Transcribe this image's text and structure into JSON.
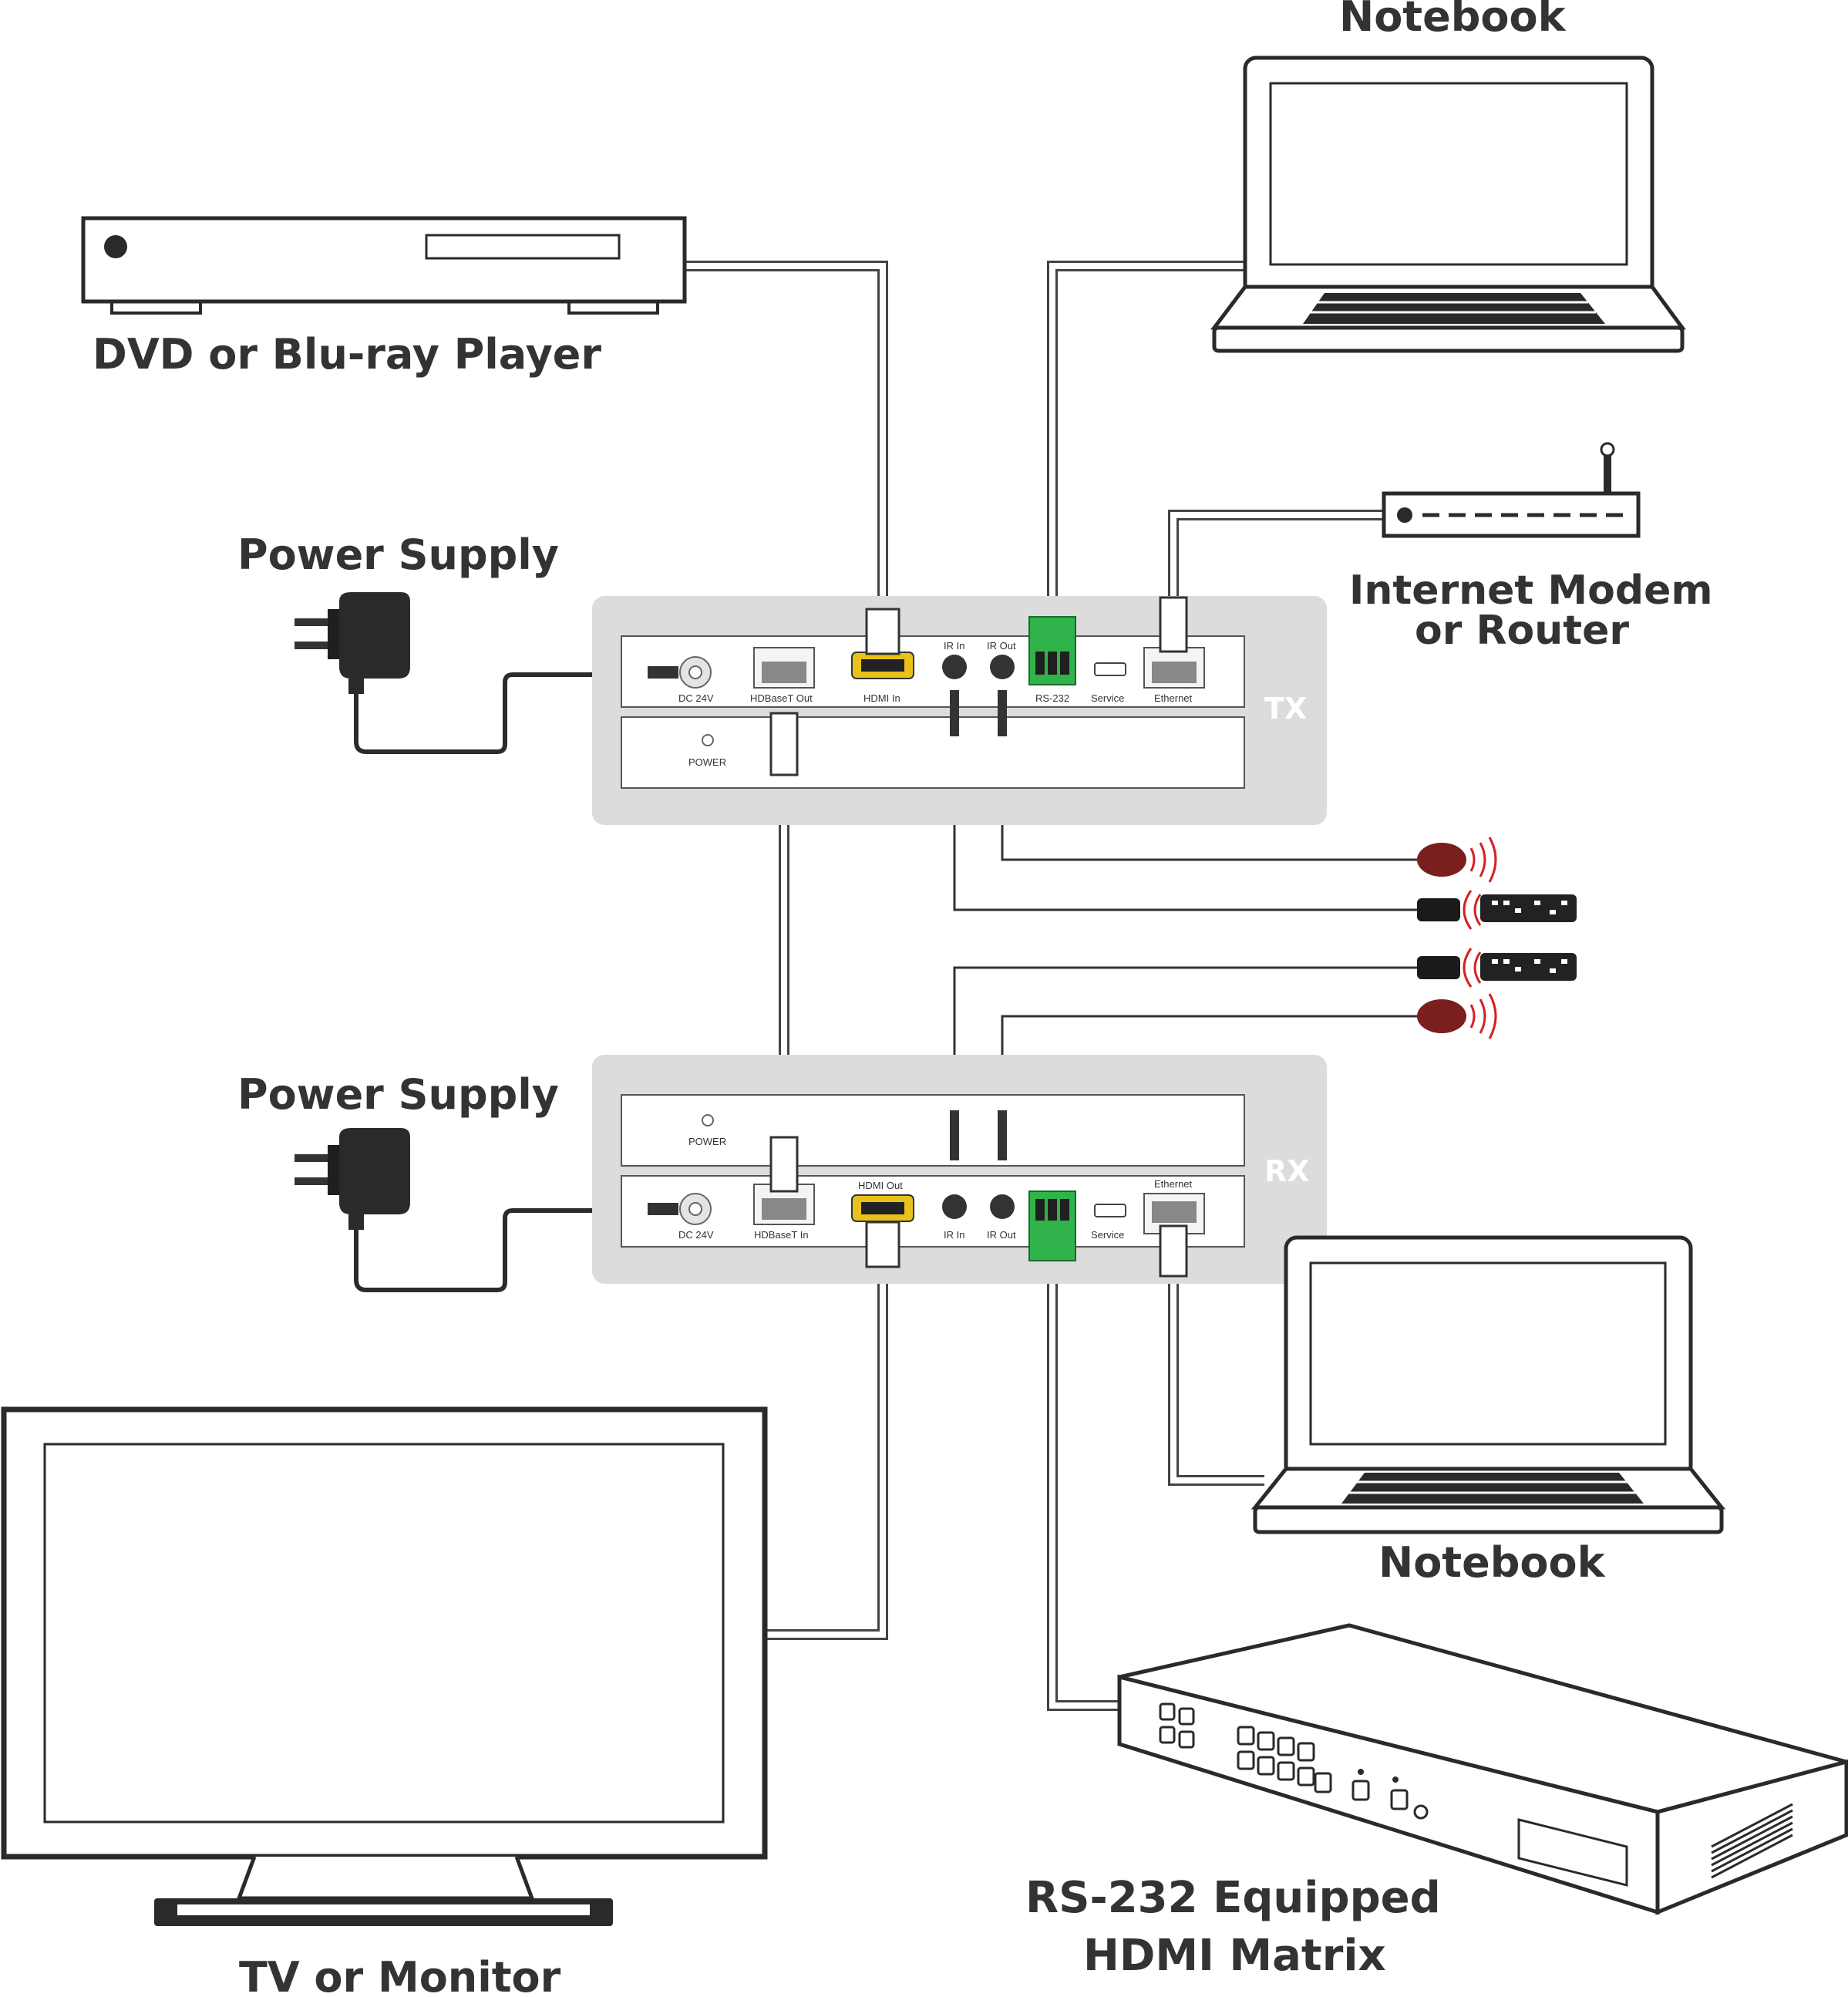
{
  "labels": {
    "notebook_top": "Notebook",
    "dvd_player": "DVD or Blu-ray Player",
    "power_supply_tx": "Power Supply",
    "modem_line1": "Internet Modem",
    "modem_line2": "or Router",
    "power_supply_rx": "Power Supply",
    "notebook_bottom": "Notebook",
    "matrix_line1": "RS-232 Equipped",
    "matrix_line2": "HDMI Matrix",
    "tv": "TV or Monitor"
  },
  "tx": {
    "unit_label": "TX",
    "ports": {
      "dc": "DC 24V",
      "hdbaset": "HDBaseT Out",
      "hdmi": "HDMI In",
      "ir_in": "IR In",
      "ir_out": "IR Out",
      "rs232": "RS-232",
      "service": "Service",
      "ethernet": "Ethernet"
    },
    "power_led": "POWER"
  },
  "rx": {
    "unit_label": "RX",
    "ports": {
      "dc": "DC 24V",
      "hdbaset": "HDBaseT In",
      "hdmi": "HDMI Out",
      "ir_in": "IR In",
      "ir_out": "IR Out",
      "service": "Service",
      "ethernet": "Ethernet"
    },
    "power_led": "POWER"
  },
  "colors": {
    "housing": "#dcdcdc",
    "terminal_block": "#2fb34a",
    "hdmi_port": "#e8c21a",
    "ir_emitter": "#7a1e1e",
    "line": "#2a2a2a"
  }
}
